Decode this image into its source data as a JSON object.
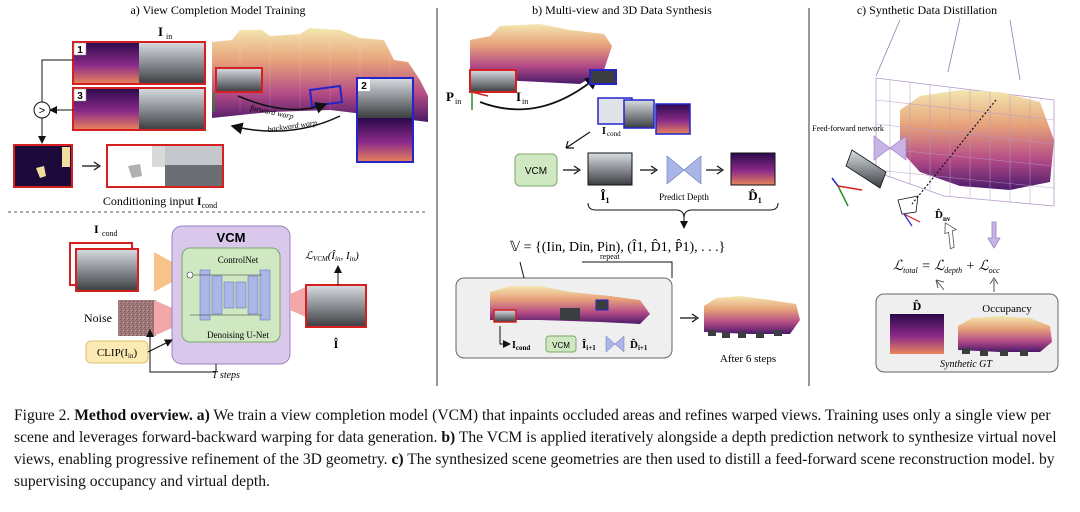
{
  "figure": {
    "panel_a": {
      "title": "a) View Completion Model Training",
      "img_in": "I",
      "img_in_sub": "in",
      "thumb1": "1",
      "thumb2": "2",
      "thumb3": "3",
      "compare": ">",
      "forward_warp": "forward warp",
      "backward_warp": "backward warp",
      "cond_caption": "Conditioning input ",
      "cond_caption_math": "I",
      "cond_caption_sub": "cond",
      "vcm_title": "VCM",
      "controlnet": "ControlNet",
      "unet": "Denoising U-Net",
      "i_cond": "I",
      "i_cond_sub": "cond",
      "noise": "Noise",
      "clip": "CLIP(I",
      "clip_sub": "in",
      "clip_close": ")",
      "loss": "ℒ",
      "loss_sub": "VCM",
      "loss_args": "(Î",
      "loss_args_sub1": "in",
      "loss_args_mid": ", I",
      "loss_args_sub2": "in",
      "loss_args_close": ")",
      "i_hat": "Î",
      "t_steps": "T steps"
    },
    "panel_b": {
      "title": "b) Multi-view and 3D Data Synthesis",
      "p_in": "P",
      "p_in_sub": "in",
      "i_in": "I",
      "i_in_sub": "in",
      "i_cond": "I",
      "i_cond_sub": "cond",
      "vcm": "VCM",
      "i1": "Î",
      "i1_sub": "1",
      "predict_depth": "Predict Depth",
      "d1": "D̂",
      "d1_sub": "1",
      "set_eq": "𝕍 = {(I",
      "set_eq_rest": "in, Din, Pin), (Î1, D̂1, P̂1), . . .}",
      "repeat": "repeat",
      "i_cond2": "I",
      "i_cond2_sub": "cond",
      "vcm2": "VCM",
      "i_next": "Î",
      "i_next_sub": "i+1",
      "d_next": "D̂",
      "d_next_sub": "i+1",
      "after": "After 6 steps"
    },
    "panel_c": {
      "title": "c) Synthetic Data Distillation",
      "ff_network": "Feed-forward network",
      "d_nv": "D̂",
      "d_nv_sub": "nv",
      "loss_total": "ℒ",
      "loss_total_sub": "total",
      "loss_eq": " = ℒ",
      "loss_depth_sub": "depth",
      "loss_plus": " + ℒ",
      "loss_occ_sub": "occ",
      "d_hat": "D̂",
      "occupancy": "Occupancy",
      "synthetic_gt": "Synthetic GT"
    }
  },
  "caption": {
    "fig_label": "Figure 2.",
    "heading": "Method overview.",
    "a_label": "a)",
    "a_text": " We train a view completion model (VCM) that inpaints occluded areas and refines warped views. Training uses only a single view per scene and leverages forward-backward warping for data generation.",
    "b_label": "b)",
    "b_text": " The VCM is applied iteratively alongside a depth prediction network to synthesize virtual novel views, enabling progressive refinement of the 3D geometry.",
    "c_label": "c)",
    "c_text": " The synthesized scene geometries are then used to distill a feed-forward scene reconstruction model. by supervising occupancy and virtual depth."
  },
  "colors": {
    "red_frame": "#d62020",
    "blue_frame": "#2424c8",
    "vcm_purple": "#d9c8ec",
    "controlnet_green": "#cfe8c2",
    "unet_blue": "#aab6e6",
    "encoder_orange": "#f6c48a",
    "decoder_pink": "#f2a8a8",
    "clip_yellow": "#fbeab3",
    "panel_gray": "#efefef"
  }
}
